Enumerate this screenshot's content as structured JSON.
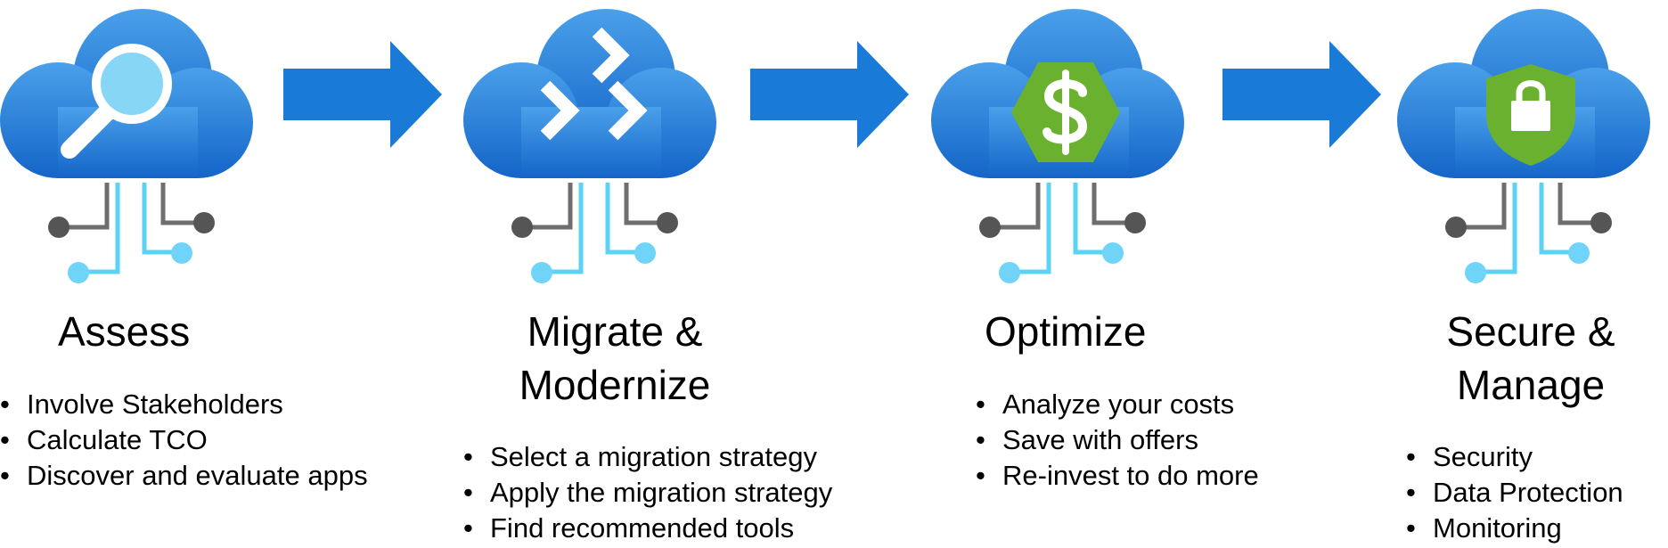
{
  "colors": {
    "cloud_top": "#4aa0ea",
    "cloud_bottom": "#1465c8",
    "arrow": "#1a7ad8",
    "connector_gray": "#6e6e6e",
    "node_gray": "#555555",
    "connector_cyan": "#5ad3f5",
    "node_cyan": "#6fd4f8",
    "magnifier_lens": "#87d6f5",
    "dollar_hexagon": "#6ab12f",
    "shield": "#6ab12f"
  },
  "stages": [
    {
      "icon": "magnifier-icon",
      "title_lines": [
        "Assess"
      ],
      "items": [
        "Involve Stakeholders",
        "Calculate TCO",
        "Discover and evaluate apps"
      ]
    },
    {
      "icon": "chevrons-icon",
      "title_lines": [
        "Migrate &",
        "Modernize"
      ],
      "items": [
        "Select a migration strategy",
        "Apply the migration strategy",
        "Find recommended tools"
      ]
    },
    {
      "icon": "dollar-icon",
      "title_lines": [
        "Optimize"
      ],
      "items": [
        "Analyze your costs",
        "Save with offers",
        "Re-invest to do more"
      ]
    },
    {
      "icon": "shield-lock-icon",
      "title_lines": [
        "Secure &",
        "Manage"
      ],
      "items": [
        "Security",
        "Data Protection",
        "Monitoring"
      ]
    }
  ]
}
